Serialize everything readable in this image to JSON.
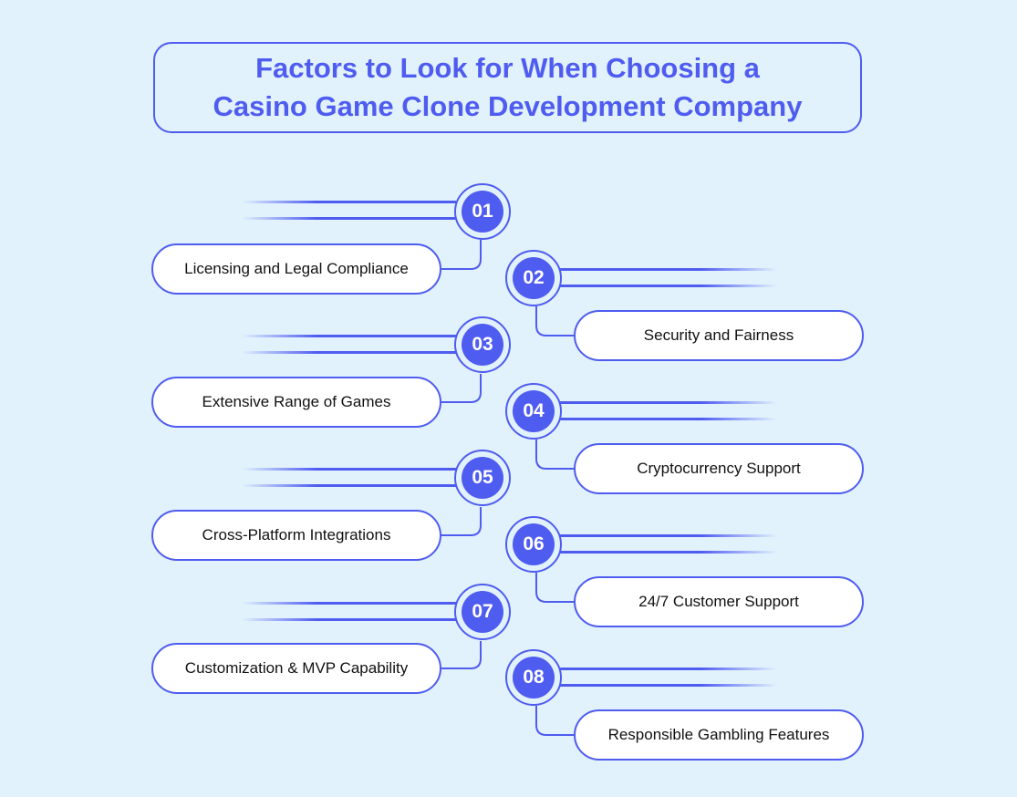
{
  "title": {
    "line1": "Factors to Look for When Choosing a",
    "line2": "Casino Game Clone Development Company"
  },
  "colors": {
    "accent": "#4f5cf0",
    "background": "#e1f2fd",
    "pill_fill": "#ffffff",
    "text": "#111111"
  },
  "factors": [
    {
      "number": "01",
      "label": "Licensing and Legal Compliance",
      "side": "left"
    },
    {
      "number": "02",
      "label": "Security and Fairness",
      "side": "right"
    },
    {
      "number": "03",
      "label": "Extensive Range of Games",
      "side": "left"
    },
    {
      "number": "04",
      "label": "Cryptocurrency Support",
      "side": "right"
    },
    {
      "number": "05",
      "label": "Cross-Platform Integrations",
      "side": "left"
    },
    {
      "number": "06",
      "label": "24/7 Customer Support",
      "side": "right"
    },
    {
      "number": "07",
      "label": "Customization & MVP Capability",
      "side": "left"
    },
    {
      "number": "08",
      "label": "Responsible Gambling Features",
      "side": "right"
    }
  ]
}
